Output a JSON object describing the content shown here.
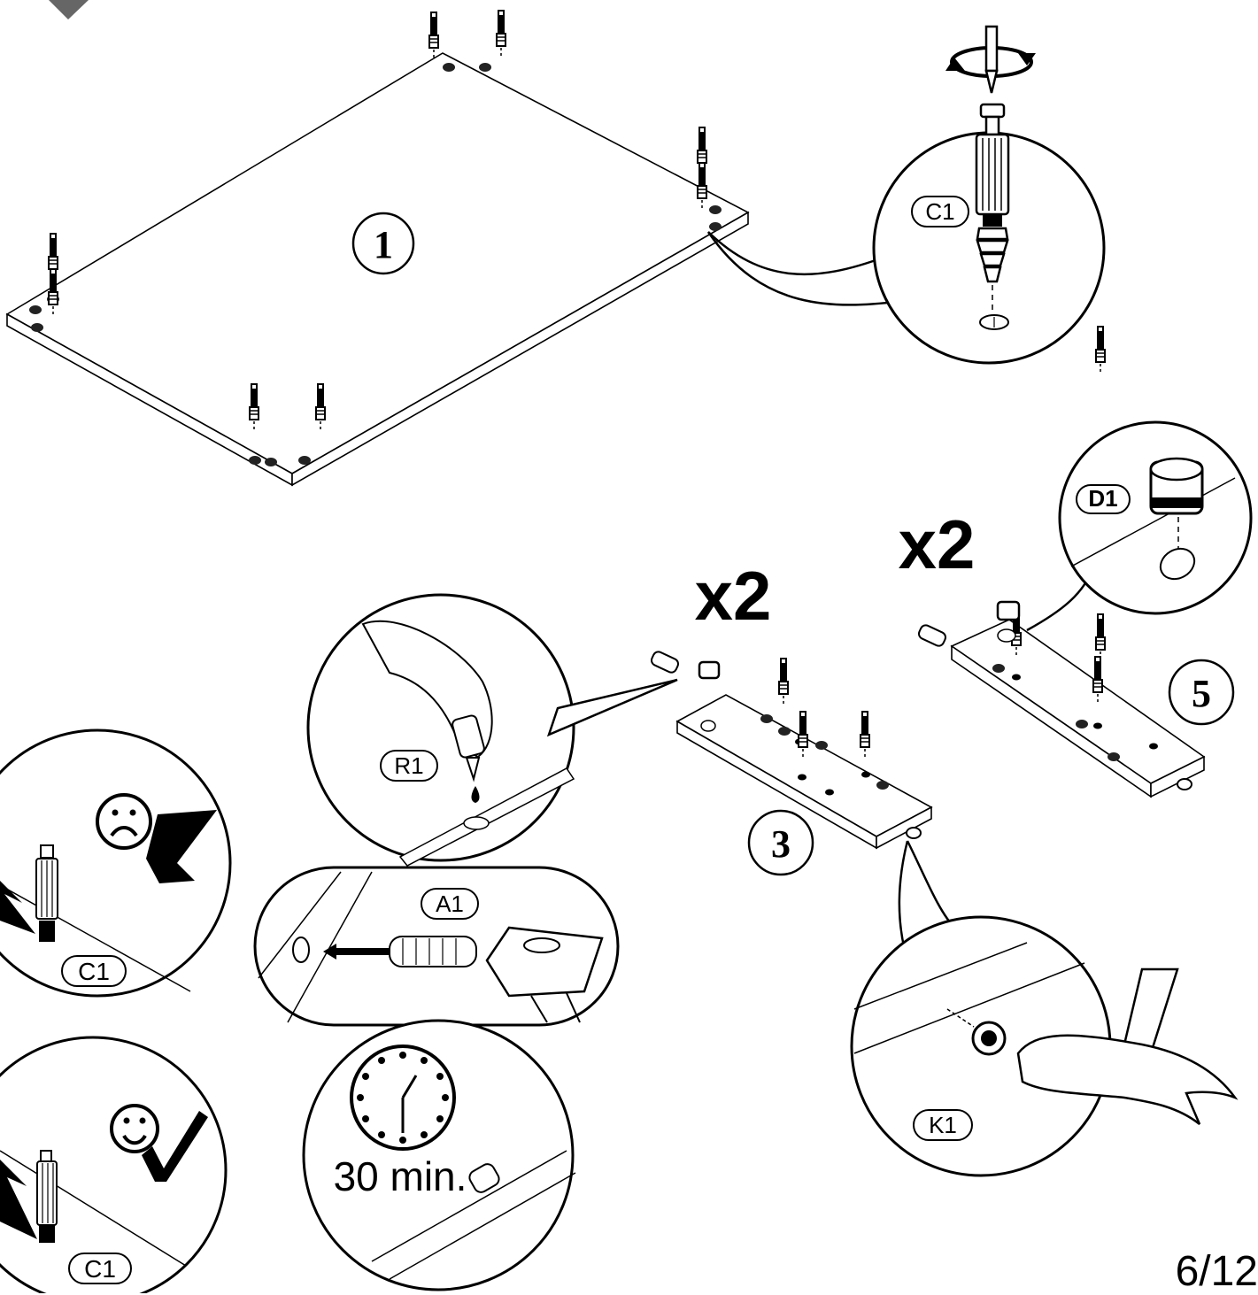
{
  "step_numbers": {
    "part_1": "1",
    "part_3": "3",
    "part_5": "5"
  },
  "quantities": {
    "part_3_qty": "x2",
    "part_5_qty": "x2"
  },
  "hardware_labels": {
    "c1_top": "C1",
    "d1": "D1",
    "r1": "R1",
    "a1": "A1",
    "k1": "K1",
    "c1_wrong": "C1",
    "c1_right": "C1"
  },
  "wait_time": "30 min.",
  "page": "6/12",
  "icons": {
    "wrong": "sad-face-cross-icon",
    "right": "smiley-face-check-icon",
    "clock": "clock-icon",
    "rotate": "rotate-arrow-icon",
    "glue": "glue-bottle-icon",
    "hammer": "hammer-icon"
  }
}
